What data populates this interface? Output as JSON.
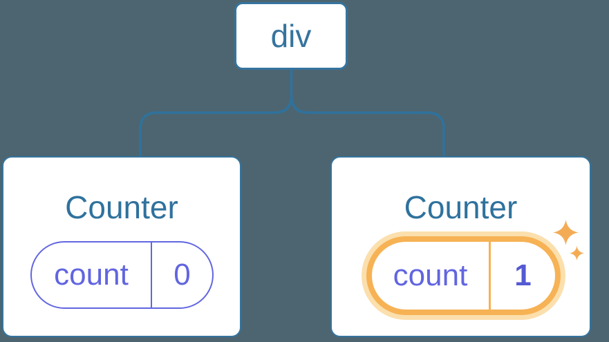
{
  "tree": {
    "root": {
      "label": "div"
    },
    "children": [
      {
        "title": "Counter",
        "state_key": "count",
        "state_value": "0",
        "highlighted": false
      },
      {
        "title": "Counter",
        "state_key": "count",
        "state_value": "1",
        "highlighted": true
      }
    ]
  },
  "icons": {
    "sparkle_big": "sparkle-icon",
    "sparkle_small": "sparkle-icon"
  },
  "colors": {
    "background": "#4d6571",
    "node_border_blue": "#35749e",
    "node_text_blue": "#35749e",
    "connector_blue": "#2f729d",
    "title_blue": "#2f729d",
    "state_indigo": "#6165e0",
    "state_value_bold_indigo": "#545ad2",
    "highlight_orange": "#f6b254",
    "highlight_halo": "#fbdfad",
    "sparkle_orange": "#f3ac55",
    "card_background": "#ffffff"
  }
}
